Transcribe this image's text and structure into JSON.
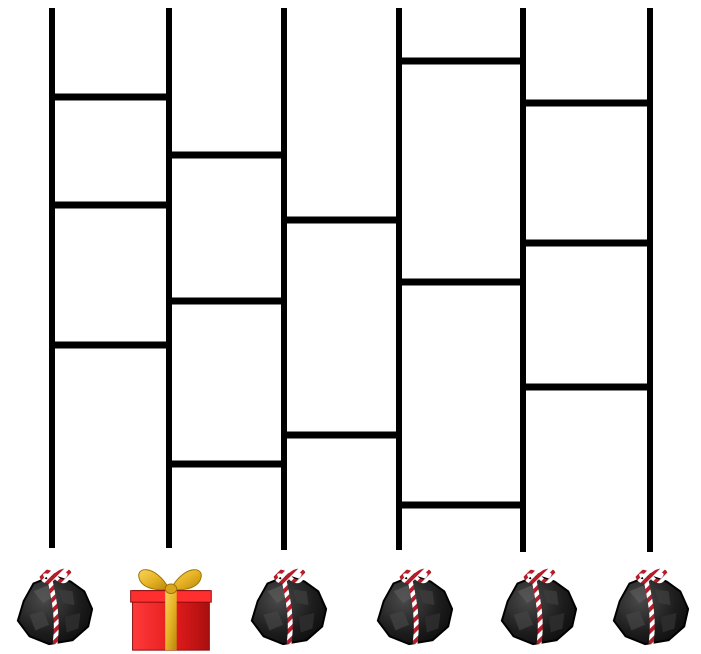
{
  "game": {
    "type": "ladder-lottery",
    "rails": 6,
    "rungs": [
      {
        "between": [
          1,
          2
        ],
        "level": 1
      },
      {
        "between": [
          1,
          2
        ],
        "level": 2
      },
      {
        "between": [
          1,
          2
        ],
        "level": 3
      },
      {
        "between": [
          2,
          3
        ],
        "level": 1
      },
      {
        "between": [
          2,
          3
        ],
        "level": 2
      },
      {
        "between": [
          2,
          3
        ],
        "level": 3
      },
      {
        "between": [
          3,
          4
        ],
        "level": 1
      },
      {
        "between": [
          3,
          4
        ],
        "level": 2
      },
      {
        "between": [
          4,
          5
        ],
        "level": 1
      },
      {
        "between": [
          4,
          5
        ],
        "level": 2
      },
      {
        "between": [
          4,
          5
        ],
        "level": 3
      },
      {
        "between": [
          5,
          6
        ],
        "level": 1
      },
      {
        "between": [
          5,
          6
        ],
        "level": 2
      },
      {
        "between": [
          5,
          6
        ],
        "level": 3
      }
    ],
    "prizes": [
      {
        "icon": "coal-lump-icon",
        "position": 1
      },
      {
        "icon": "gift-box-icon",
        "position": 2
      },
      {
        "icon": "coal-lump-icon",
        "position": 3
      },
      {
        "icon": "coal-lump-icon",
        "position": 4
      },
      {
        "icon": "coal-lump-icon",
        "position": 5
      },
      {
        "icon": "coal-lump-icon",
        "position": 6
      }
    ],
    "colors": {
      "rail": "#000000",
      "coal": "#1d1d1d",
      "coal_highlight": "#4a4a4a",
      "ribbon_white": "#ffffff",
      "ribbon_red": "#b41e2a",
      "gift_box": "#e31b1b",
      "gift_box_dark": "#a80f0f",
      "gift_ribbon": "#e6b325",
      "gift_ribbon_dark": "#b8860b"
    }
  }
}
